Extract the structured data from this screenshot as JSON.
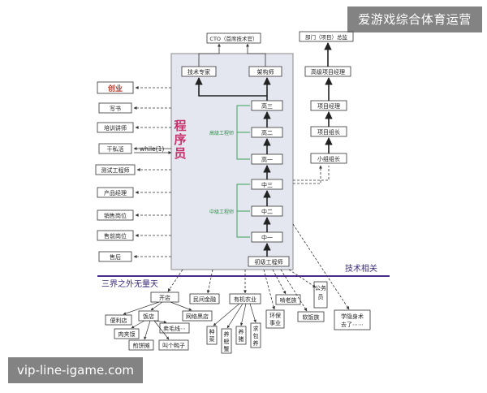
{
  "watermark": {
    "top": "爱游戏综合体育运营",
    "bottom": "vip-line-igame.com"
  },
  "main_title": "程序员",
  "center_nodes": {
    "cto": "CTO（首席技术官）",
    "tech_expert": "技术专家",
    "architect": "架构师",
    "senior3": "高三",
    "senior2": "高二",
    "senior1": "高一",
    "mid3": "中三",
    "mid2": "中二",
    "mid1": "中一",
    "junior": "初级工程师",
    "senior_group": "高级工程师",
    "mid_group": "中级工程师"
  },
  "management_nodes": {
    "director": "部门（项目）总监",
    "senior_pm": "高级项目经理",
    "pm": "项目经理",
    "team_leader": "项目组长",
    "group_leader": "小组组长"
  },
  "left_nodes": {
    "startup": "创业",
    "author": "写书",
    "trainer": "培训讲师",
    "private_work": "干私活",
    "while_label": "while(1)",
    "tester": "测试工程师",
    "product_manager": "产品经理",
    "sales": "销售岗位",
    "presales": "售前岗位",
    "aftersales": "售后"
  },
  "boundary": {
    "tech": "技术相关",
    "other": "三界之外无量天"
  },
  "bottom_nodes": {
    "open_shop": "开店",
    "convenience_store": "便利店",
    "restaurant": "饭店",
    "internet_cafe": "网络黑店",
    "meat_buns": "肉夹馍",
    "wool_selling": "卖毛线⋯",
    "pancake": "煎饼摊",
    "duck": "叫个鸭子",
    "private_finance": "民间金融",
    "organic_farm": "有机农业",
    "veg": "种菜",
    "crab": "养螃蟹",
    "pig": "养猪",
    "begging": "求包养",
    "env": "环保事业",
    "sleep": "啃老族",
    "rice": "软饭族",
    "civil": "公务员",
    "cultivate": "学隐身术去了⋯⋯"
  }
}
